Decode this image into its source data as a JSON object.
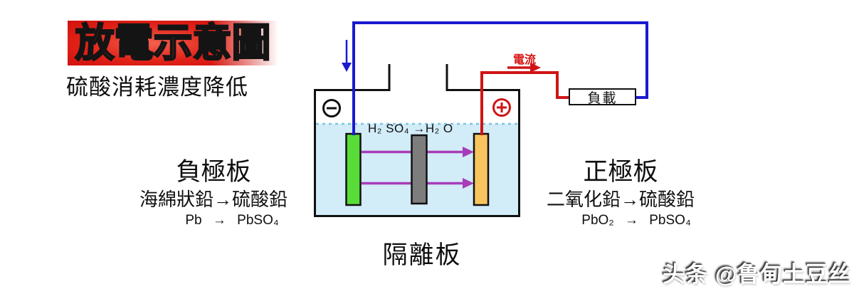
{
  "header": {
    "title": "放電示意圖",
    "subtitle": "硫酸消耗濃度降低"
  },
  "circuit": {
    "current_label": "電流",
    "load_label": "負載"
  },
  "cell": {
    "electrolyte_reaction": "H₂ SO₄ →H₂ O",
    "separator_label": "隔離板",
    "negative_terminal_symbol": "minus-in-circle",
    "positive_terminal_symbol": "plus-in-circle"
  },
  "negative_plate": {
    "name": "負極板",
    "reaction": "海綿狀鉛→硫酸鉛",
    "formula": "Pb → PbSO₄"
  },
  "positive_plate": {
    "name": "正極板",
    "reaction": "二氧化鉛→硫酸鉛",
    "formula": "PbO₂ → PbSO₄"
  },
  "watermark": "头条 @鲁甸土豆丝",
  "colors": {
    "banner_red": "#d40808",
    "wire_negative_blue": "#1a1ad0",
    "wire_positive_red": "#d01414",
    "current_text_red": "#d81414",
    "ion_arrow_magenta": "#a83cb8",
    "electrolyte_blue": "#d2ecf8",
    "waterline_blue": "#7cc4e0",
    "negative_plate_green": "#58dd38",
    "separator_gray": "#7d7d7d",
    "positive_plate_orange": "#f8c45e",
    "case_black": "#111111"
  }
}
